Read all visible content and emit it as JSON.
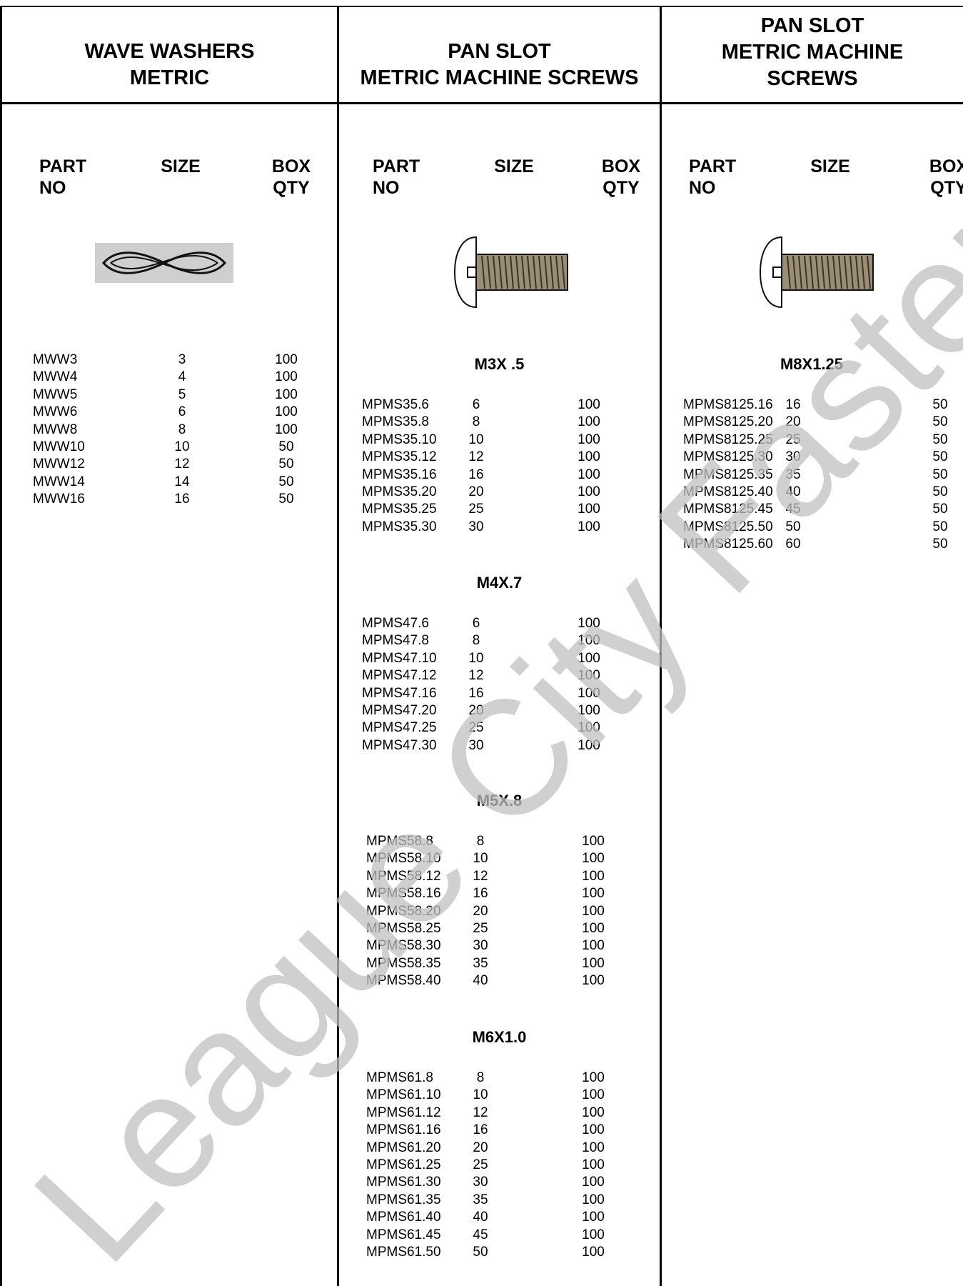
{
  "watermark": "League City Fasteners",
  "columns": [
    {
      "title_lines": [
        "WAVE WASHERS",
        "METRIC"
      ],
      "headers": {
        "part": "PART\nNO",
        "size": "SIZE",
        "qty": "BOX\nQTY"
      },
      "icon": "wave-washer-icon",
      "groups": [
        {
          "label": "",
          "rows": [
            [
              "MWW3",
              "3",
              "100"
            ],
            [
              "MWW4",
              "4",
              "100"
            ],
            [
              "MWW5",
              "5",
              "100"
            ],
            [
              "MWW6",
              "6",
              "100"
            ],
            [
              "MWW8",
              "8",
              "100"
            ],
            [
              "MWW10",
              "10",
              "50"
            ],
            [
              "MWW12",
              "12",
              "50"
            ],
            [
              "MWW14",
              "14",
              "50"
            ],
            [
              "MWW16",
              "16",
              "50"
            ]
          ]
        }
      ]
    },
    {
      "title_lines": [
        "PAN SLOT",
        "METRIC MACHINE SCREWS"
      ],
      "headers": {
        "part": "PART\nNO",
        "size": "SIZE",
        "qty": "BOX\nQTY"
      },
      "icon": "pan-slot-screw-icon",
      "groups": [
        {
          "label": "M3X .5",
          "rows": [
            [
              "MPMS35.6",
              "6",
              "100"
            ],
            [
              "MPMS35.8",
              "8",
              "100"
            ],
            [
              "MPMS35.10",
              "10",
              "100"
            ],
            [
              "MPMS35.12",
              "12",
              "100"
            ],
            [
              "MPMS35.16",
              "16",
              "100"
            ],
            [
              "MPMS35.20",
              "20",
              "100"
            ],
            [
              "MPMS35.25",
              "25",
              "100"
            ],
            [
              "MPMS35.30",
              "30",
              "100"
            ]
          ]
        },
        {
          "label": "M4X.7",
          "rows": [
            [
              "MPMS47.6",
              "6",
              "100"
            ],
            [
              "MPMS47.8",
              "8",
              "100"
            ],
            [
              "MPMS47.10",
              "10",
              "100"
            ],
            [
              "MPMS47.12",
              "12",
              "100"
            ],
            [
              "MPMS47.16",
              "16",
              "100"
            ],
            [
              "MPMS47.20",
              "20",
              "100"
            ],
            [
              "MPMS47.25",
              "25",
              "100"
            ],
            [
              "MPMS47.30",
              "30",
              "100"
            ]
          ]
        },
        {
          "label": "M5X.8",
          "rows": [
            [
              "MPMS58.8",
              "8",
              "100"
            ],
            [
              "MPMS58.10",
              "10",
              "100"
            ],
            [
              "MPMS58.12",
              "12",
              "100"
            ],
            [
              "MPMS58.16",
              "16",
              "100"
            ],
            [
              "MPMS58.20",
              "20",
              "100"
            ],
            [
              "MPMS58.25",
              "25",
              "100"
            ],
            [
              "MPMS58.30",
              "30",
              "100"
            ],
            [
              "MPMS58.35",
              "35",
              "100"
            ],
            [
              "MPMS58.40",
              "40",
              "100"
            ]
          ]
        },
        {
          "label": "M6X1.0",
          "rows": [
            [
              "MPMS61.8",
              "8",
              "100"
            ],
            [
              "MPMS61.10",
              "10",
              "100"
            ],
            [
              "MPMS61.12",
              "12",
              "100"
            ],
            [
              "MPMS61.16",
              "16",
              "100"
            ],
            [
              "MPMS61.20",
              "20",
              "100"
            ],
            [
              "MPMS61.25",
              "25",
              "100"
            ],
            [
              "MPMS61.30",
              "30",
              "100"
            ],
            [
              "MPMS61.35",
              "35",
              "100"
            ],
            [
              "MPMS61.40",
              "40",
              "100"
            ],
            [
              "MPMS61.45",
              "45",
              "100"
            ],
            [
              "MPMS61.50",
              "50",
              "100"
            ]
          ]
        }
      ]
    },
    {
      "title_lines": [
        "PAN SLOT",
        "METRIC MACHINE",
        "SCREWS"
      ],
      "headers": {
        "part": "PART\nNO",
        "size": "SIZE",
        "qty": "BOX\nQTY"
      },
      "icon": "pan-slot-screw-icon",
      "groups": [
        {
          "label": "M8X1.25",
          "rows": [
            [
              "MPMS8125.16",
              "16",
              "50"
            ],
            [
              "MPMS8125.20",
              "20",
              "50"
            ],
            [
              "MPMS8125.25",
              "25",
              "50"
            ],
            [
              "MPMS8125.30",
              "30",
              "50"
            ],
            [
              "MPMS8125.35",
              "35",
              "50"
            ],
            [
              "MPMS8125.40",
              "40",
              "50"
            ],
            [
              "MPMS8125.45",
              "45",
              "50"
            ],
            [
              "MPMS8125.50",
              "50",
              "50"
            ],
            [
              "MPMS8125.60",
              "60",
              "50"
            ]
          ]
        }
      ]
    }
  ]
}
